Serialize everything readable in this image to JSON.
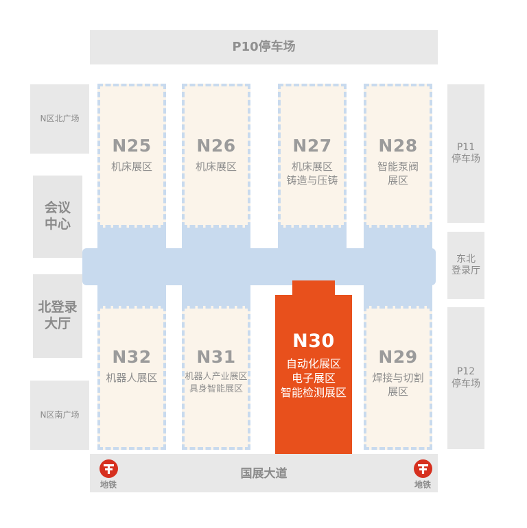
{
  "parking_top": "P10停车场",
  "plaza_north": "N区北广场",
  "plaza_south": "N区南广场",
  "conference_center": "会议\n中心",
  "north_lobby": "北登录\n大厅",
  "parking_p11": "P11\n停车场",
  "northeast_lobby": "东北\n登录厅",
  "parking_p12": "P12\n停车场",
  "halls": {
    "n25": {
      "code": "N25",
      "desc": "机床展区"
    },
    "n26": {
      "code": "N26",
      "desc": "机床展区"
    },
    "n27": {
      "code": "N27",
      "desc": "机床展区\n铸造与压铸"
    },
    "n28": {
      "code": "N28",
      "desc": "智能泵阀\n展区"
    },
    "n32": {
      "code": "N32",
      "desc": "机器人展区"
    },
    "n31": {
      "code": "N31",
      "desc": "机器人产业展区\n具身智能展区"
    },
    "n30": {
      "code": "N30",
      "desc": "自动化展区\n电子展区\n智能检测展区"
    },
    "n29": {
      "code": "N29",
      "desc": "焊接与切割\n展区"
    }
  },
  "road": "国展大道",
  "metro_left": "地铁",
  "metro_right": "地铁",
  "colors": {
    "highlight": "#e8501c",
    "corridor": "#c8daee",
    "hall_bg": "#fbf4ea",
    "metro": "#d6301f"
  },
  "icons": {
    "metro": "metro-logo-icon"
  }
}
